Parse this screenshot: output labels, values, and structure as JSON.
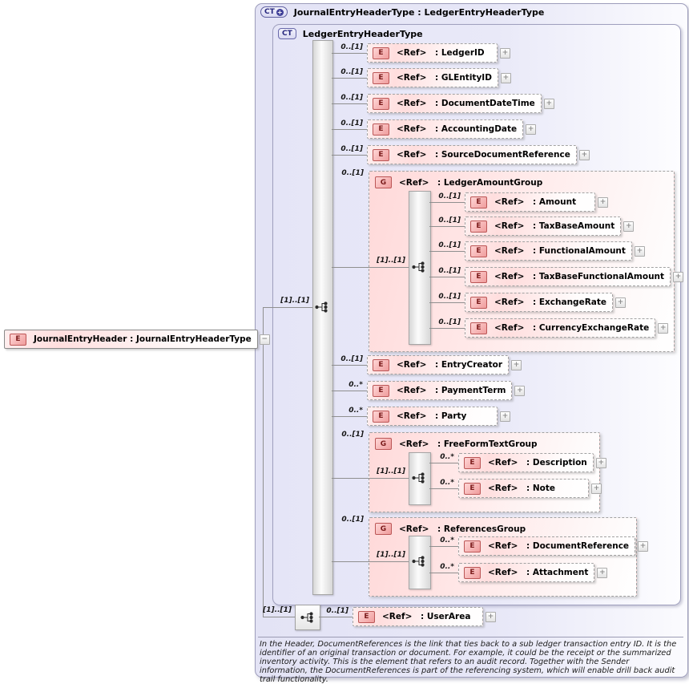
{
  "icons": {
    "expand": "+",
    "collapse": "−"
  },
  "root_element": {
    "badge": "E",
    "label": "JournalEntryHeader : JournalEntryHeaderType"
  },
  "outer_type": {
    "badge": "CT",
    "plus_glyph": "+",
    "title": "JournalEntryHeaderType : LedgerEntryHeaderType"
  },
  "inner_type": {
    "badge": "CT",
    "title": "LedgerEntryHeaderType"
  },
  "main_sequence_card": "[1]..[1]",
  "rows": [
    {
      "id": "ledger_id",
      "kind": "element",
      "card": "0..[1]",
      "badge": "E",
      "ref": "<Ref>",
      "name": ": LedgerID"
    },
    {
      "id": "gl_entity_id",
      "kind": "element",
      "card": "0..[1]",
      "badge": "E",
      "ref": "<Ref>",
      "name": ": GLEntityID"
    },
    {
      "id": "document_date_time",
      "kind": "element",
      "card": "0..[1]",
      "badge": "E",
      "ref": "<Ref>",
      "name": ": DocumentDateTime"
    },
    {
      "id": "accounting_date",
      "kind": "element",
      "card": "0..[1]",
      "badge": "E",
      "ref": "<Ref>",
      "name": ": AccountingDate"
    },
    {
      "id": "source_document_reference",
      "kind": "element",
      "card": "0..[1]",
      "badge": "E",
      "ref": "<Ref>",
      "name": ": SourceDocumentReference"
    },
    {
      "id": "ledger_amount_group",
      "kind": "group",
      "card": "0..[1]",
      "badge": "G",
      "ref": "<Ref>",
      "name": ": LedgerAmountGroup",
      "sequence_card": "[1]..[1]",
      "children": [
        {
          "id": "amount",
          "card": "0..[1]",
          "badge": "E",
          "ref": "<Ref>",
          "name": ": Amount"
        },
        {
          "id": "tax_base_amount",
          "card": "0..[1]",
          "badge": "E",
          "ref": "<Ref>",
          "name": ": TaxBaseAmount"
        },
        {
          "id": "functional_amount",
          "card": "0..[1]",
          "badge": "E",
          "ref": "<Ref>",
          "name": ": FunctionalAmount"
        },
        {
          "id": "tax_base_functional_amount",
          "card": "0..[1]",
          "badge": "E",
          "ref": "<Ref>",
          "name": ": TaxBaseFunctionalAmount"
        },
        {
          "id": "exchange_rate",
          "card": "0..[1]",
          "badge": "E",
          "ref": "<Ref>",
          "name": ": ExchangeRate"
        },
        {
          "id": "currency_exchange_rate",
          "card": "0..[1]",
          "badge": "E",
          "ref": "<Ref>",
          "name": ": CurrencyExchangeRate"
        }
      ]
    },
    {
      "id": "entry_creator",
      "kind": "element",
      "card": "0..[1]",
      "badge": "E",
      "ref": "<Ref>",
      "name": ": EntryCreator"
    },
    {
      "id": "payment_term",
      "kind": "element",
      "card": "0..*",
      "badge": "E",
      "ref": "<Ref>",
      "name": ": PaymentTerm"
    },
    {
      "id": "party",
      "kind": "element",
      "card": "0..*",
      "badge": "E",
      "ref": "<Ref>",
      "name": ": Party"
    },
    {
      "id": "free_form_text_group",
      "kind": "group",
      "card": "0..[1]",
      "badge": "G",
      "ref": "<Ref>",
      "name": ": FreeFormTextGroup",
      "sequence_card": "[1]..[1]",
      "children": [
        {
          "id": "description",
          "card": "0..*",
          "badge": "E",
          "ref": "<Ref>",
          "name": ": Description"
        },
        {
          "id": "note",
          "card": "0..*",
          "badge": "E",
          "ref": "<Ref>",
          "name": ": Note"
        }
      ]
    },
    {
      "id": "references_group",
      "kind": "group",
      "card": "0..[1]",
      "badge": "G",
      "ref": "<Ref>",
      "name": ": ReferencesGroup",
      "sequence_card": "[1]..[1]",
      "children": [
        {
          "id": "document_reference",
          "card": "0..*",
          "badge": "E",
          "ref": "<Ref>",
          "name": ": DocumentReference"
        },
        {
          "id": "attachment",
          "card": "0..*",
          "badge": "E",
          "ref": "<Ref>",
          "name": ": Attachment"
        }
      ]
    }
  ],
  "bottom": {
    "sequence_card": "[1]..[1]",
    "row": {
      "id": "user_area",
      "card": "0..[1]",
      "badge": "E",
      "ref": "<Ref>",
      "name": ": UserArea"
    }
  },
  "annotation": "In the Header, DocumentReferences is the link that ties back to a sub ledger transaction entry ID.  It is the identifier of an original transaction or document.  For example, it could be the receipt or the summarized inventory activity.  This is the element that refers to an audit record.  Together with the Sender information, the DocumentReferences is part of the referencing system, which will enable drill back audit trail functionality."
}
